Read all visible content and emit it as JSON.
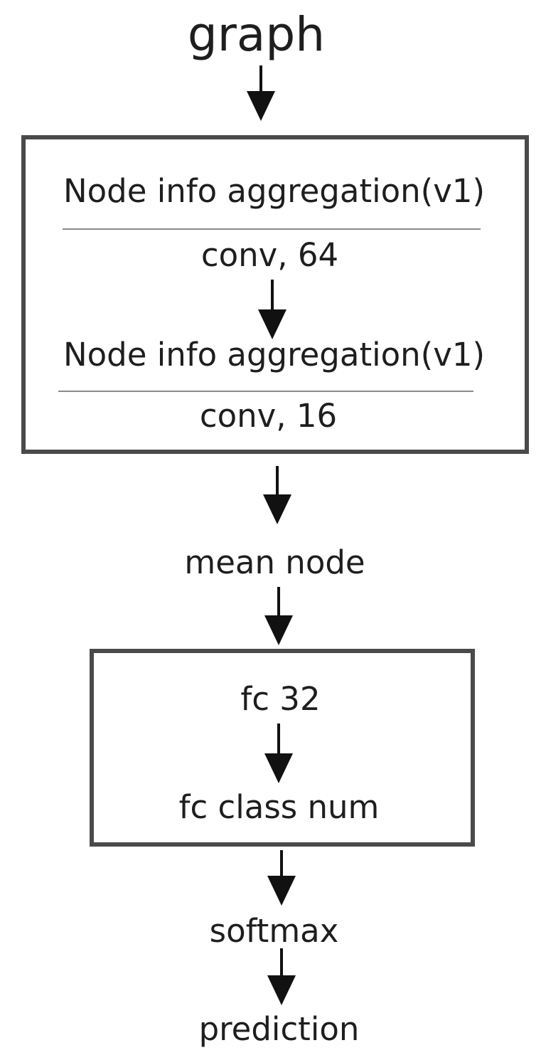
{
  "diagram": {
    "input_label": "graph",
    "block1": {
      "layer1_title": "Node info aggregation(v1)",
      "layer1_sub": "conv, 64",
      "layer2_title": "Node info aggregation(v1)",
      "layer2_sub": "conv, 16"
    },
    "pool_label": "mean node",
    "block2": {
      "fc1": "fc 32",
      "fc2": "fc class num"
    },
    "activation_label": "softmax",
    "output_label": "prediction"
  }
}
